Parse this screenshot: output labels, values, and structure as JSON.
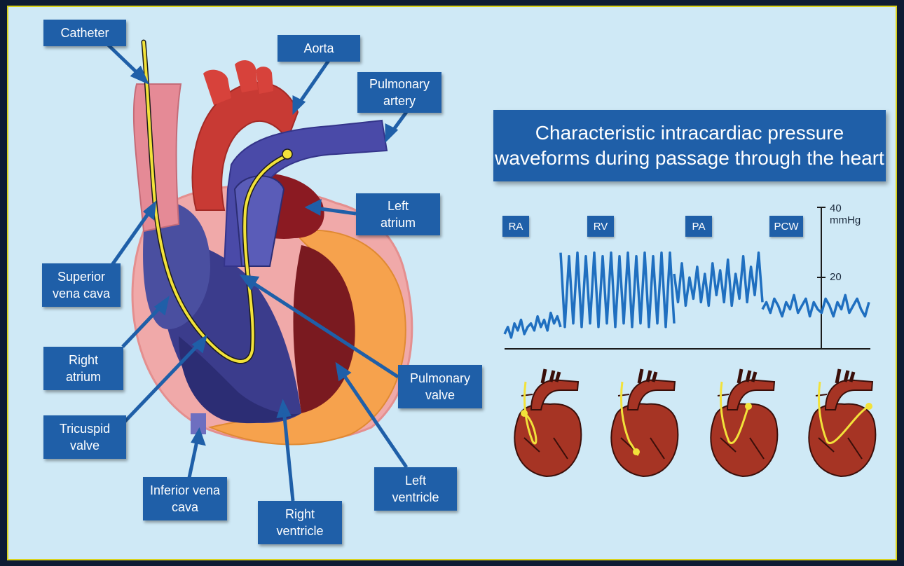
{
  "labels": {
    "catheter": "Catheter",
    "aorta": "Aorta",
    "pulmonary_artery": [
      "Pulmonary",
      "artery"
    ],
    "left_atrium": [
      "Left",
      "atrium"
    ],
    "superior_vena_cava": [
      "Superior",
      "vena cava"
    ],
    "right_atrium": [
      "Right",
      "atrium"
    ],
    "tricuspid_valve": [
      "Tricuspid",
      "valve"
    ],
    "inferior_vena_cava": [
      "Inferior vena",
      "cava"
    ],
    "right_ventricle": [
      "Right",
      "ventricle"
    ],
    "left_ventricle": [
      "Left",
      "ventricle"
    ],
    "pulmonary_valve": [
      "Pulmonary",
      "valve"
    ]
  },
  "title": [
    "Characteristic intracardiac pressure",
    "waveforms during passage through the heart"
  ],
  "stages": [
    "RA",
    "RV",
    "PA",
    "PCW"
  ],
  "axis": {
    "top": "40",
    "unit": "mmHg",
    "mid": "20"
  },
  "colors": {
    "background": "#cfe9f6",
    "frame": "#0e1c34",
    "border": "#d9d21a",
    "label_box": "#1f5fa8",
    "trace": "#1f6fc0",
    "catheter": "#f2e23a"
  },
  "chart_data": {
    "type": "line",
    "xlabel": "",
    "ylabel": "mmHg",
    "ylim": [
      0,
      40
    ],
    "yticks": [
      20,
      40
    ],
    "segments": [
      {
        "name": "RA",
        "pattern": "low",
        "values": [
          3,
          5,
          2,
          6,
          4,
          7,
          3,
          5,
          6,
          4,
          8,
          5,
          7,
          4,
          9,
          6,
          8,
          5
        ]
      },
      {
        "name": "RV",
        "pattern": "spike",
        "values": [
          26,
          5,
          25,
          6,
          26,
          5,
          25,
          6,
          26,
          5,
          25,
          6,
          26,
          5,
          25,
          6,
          26,
          5,
          25,
          6,
          26,
          5,
          25,
          6,
          26,
          5,
          26,
          6
        ]
      },
      {
        "name": "PA",
        "pattern": "mid",
        "values": [
          20,
          12,
          23,
          11,
          19,
          13,
          22,
          12,
          20,
          11,
          23,
          14,
          21,
          12,
          24,
          11,
          20,
          13,
          25,
          12,
          22,
          14,
          26,
          12
        ]
      },
      {
        "name": "PCW",
        "pattern": "wedge",
        "values": [
          10,
          12,
          9,
          13,
          11,
          8,
          12,
          10,
          14,
          9,
          11,
          13,
          8,
          12,
          10,
          9,
          13,
          11,
          8,
          12,
          10,
          14,
          9,
          11,
          13,
          10,
          8,
          12
        ]
      }
    ]
  }
}
